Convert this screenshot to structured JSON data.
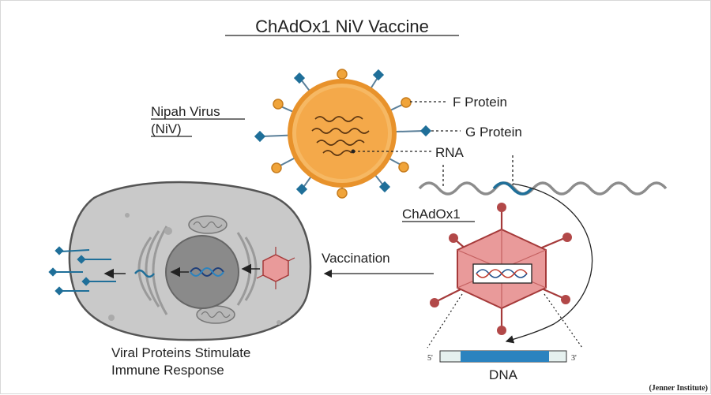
{
  "title": "ChAdOx1 NiV Vaccine",
  "virus": {
    "name_line1": "Nipah Virus",
    "name_line2": "(NiV)",
    "f_protein": "F Protein",
    "g_protein": "G Protein",
    "rna": "RNA"
  },
  "vector": {
    "name": "ChAdOx1",
    "dna": "DNA",
    "five_prime": "5'",
    "three_prime": "3'"
  },
  "process": {
    "vaccination": "Vaccination",
    "response_line1": "Viral Proteins Stimulate",
    "response_line2": "Immune Response"
  },
  "credit": "(Jenner Institute)",
  "colors": {
    "virus_body": "#f4a94a",
    "virus_ring": "#e8922b",
    "spike_blue": "#1f6f99",
    "adeno_red": "#d46a6a",
    "adeno_dark": "#a53a3a",
    "cell_gray": "#c9c9c9",
    "nucleus": "#8a8a8a",
    "dna_blue": "#2b83bf"
  }
}
